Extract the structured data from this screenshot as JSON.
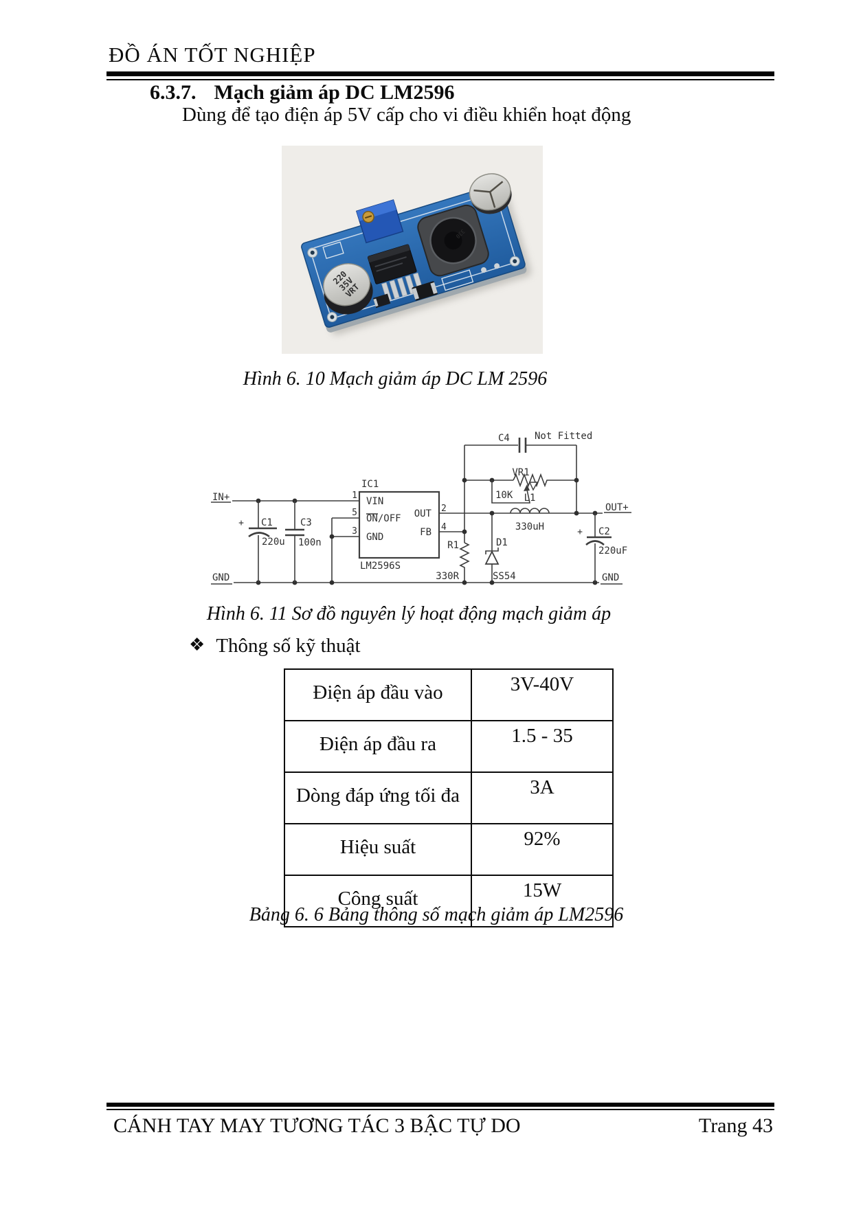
{
  "page": {
    "header_title": "ĐỒ ÁN TỐT NGHIỆP",
    "footer_left": "CÁNH TAY MAY TƯƠNG TÁC 3 BẬC TỰ DO",
    "footer_right": "Trang 43"
  },
  "section": {
    "number": "6.3.7.",
    "title": "Mạch giảm áp DC LM2596",
    "intro": "Dùng để tạo điện áp 5V cấp cho vi điều khiển hoạt động"
  },
  "figure_photo": {
    "caption": "Hình 6. 10 Mạch giảm áp DC LM 2596",
    "markings": {
      "cap_value": "220",
      "cap_voltage": "35V",
      "cap_series": "VRT",
      "inductor_value": "330"
    }
  },
  "schematic": {
    "caption": "Hình 6. 11 Sơ đồ nguyên lý hoạt động mạch giảm áp",
    "ports": {
      "in": "IN+",
      "out": "OUT+",
      "gnd_left": "GND",
      "gnd_right": "GND"
    },
    "ic": {
      "ref": "IC1",
      "part": "LM2596S",
      "pin_vin": "VIN",
      "pin_onoff": "ON/OFF",
      "pin_gnd": "GND",
      "pin_out": "OUT",
      "pin_fb": "FB",
      "num_vin": "1",
      "num_onoff": "5",
      "num_gnd": "3",
      "num_out": "2",
      "num_fb": "4"
    },
    "c1": {
      "ref": "C1",
      "value": "220u",
      "plus": "+"
    },
    "c3": {
      "ref": "C3",
      "value": "100n"
    },
    "c2": {
      "ref": "C2",
      "value": "220uF",
      "plus": "+"
    },
    "c4": {
      "ref": "C4",
      "note": "Not Fitted"
    },
    "vr1": {
      "ref": "VR1",
      "value": "10K"
    },
    "l1": {
      "ref": "L1",
      "value": "330uH"
    },
    "r1": {
      "ref": "R1",
      "value": "330R"
    },
    "d1": {
      "ref": "D1",
      "value": "SS54"
    }
  },
  "specs": {
    "bullet": "❖",
    "heading": "Thông số kỹ thuật",
    "table": {
      "rows": [
        {
          "label": "Điện áp đầu vào",
          "value": "3V-40V"
        },
        {
          "label": "Điện áp đầu ra",
          "value": "1.5 - 35"
        },
        {
          "label": "Dòng đáp ứng tối đa",
          "value": "3A"
        },
        {
          "label": "Hiệu suất",
          "value": "92%"
        },
        {
          "label": "Công suất",
          "value": "15W"
        }
      ],
      "caption": "Bảng 6. 6 Bảng thông số mạch giảm áp LM2596"
    }
  }
}
